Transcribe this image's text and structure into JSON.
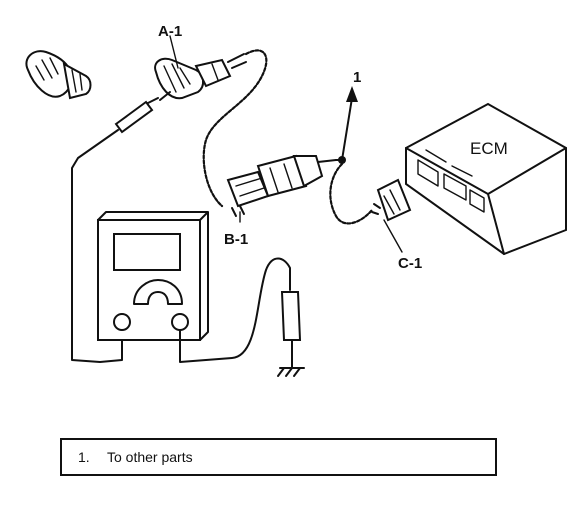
{
  "diagram": {
    "labels": {
      "a1": "A-1",
      "b1": "B-1",
      "c1": "C-1",
      "marker_1": "1",
      "ecm": "ECM"
    },
    "icons": [
      "bulb-icon",
      "connector-icon",
      "multimeter-icon",
      "ground-icon",
      "ecm-unit-icon"
    ]
  },
  "legend": {
    "items": [
      {
        "number": "1.",
        "text": "To other parts"
      }
    ]
  }
}
